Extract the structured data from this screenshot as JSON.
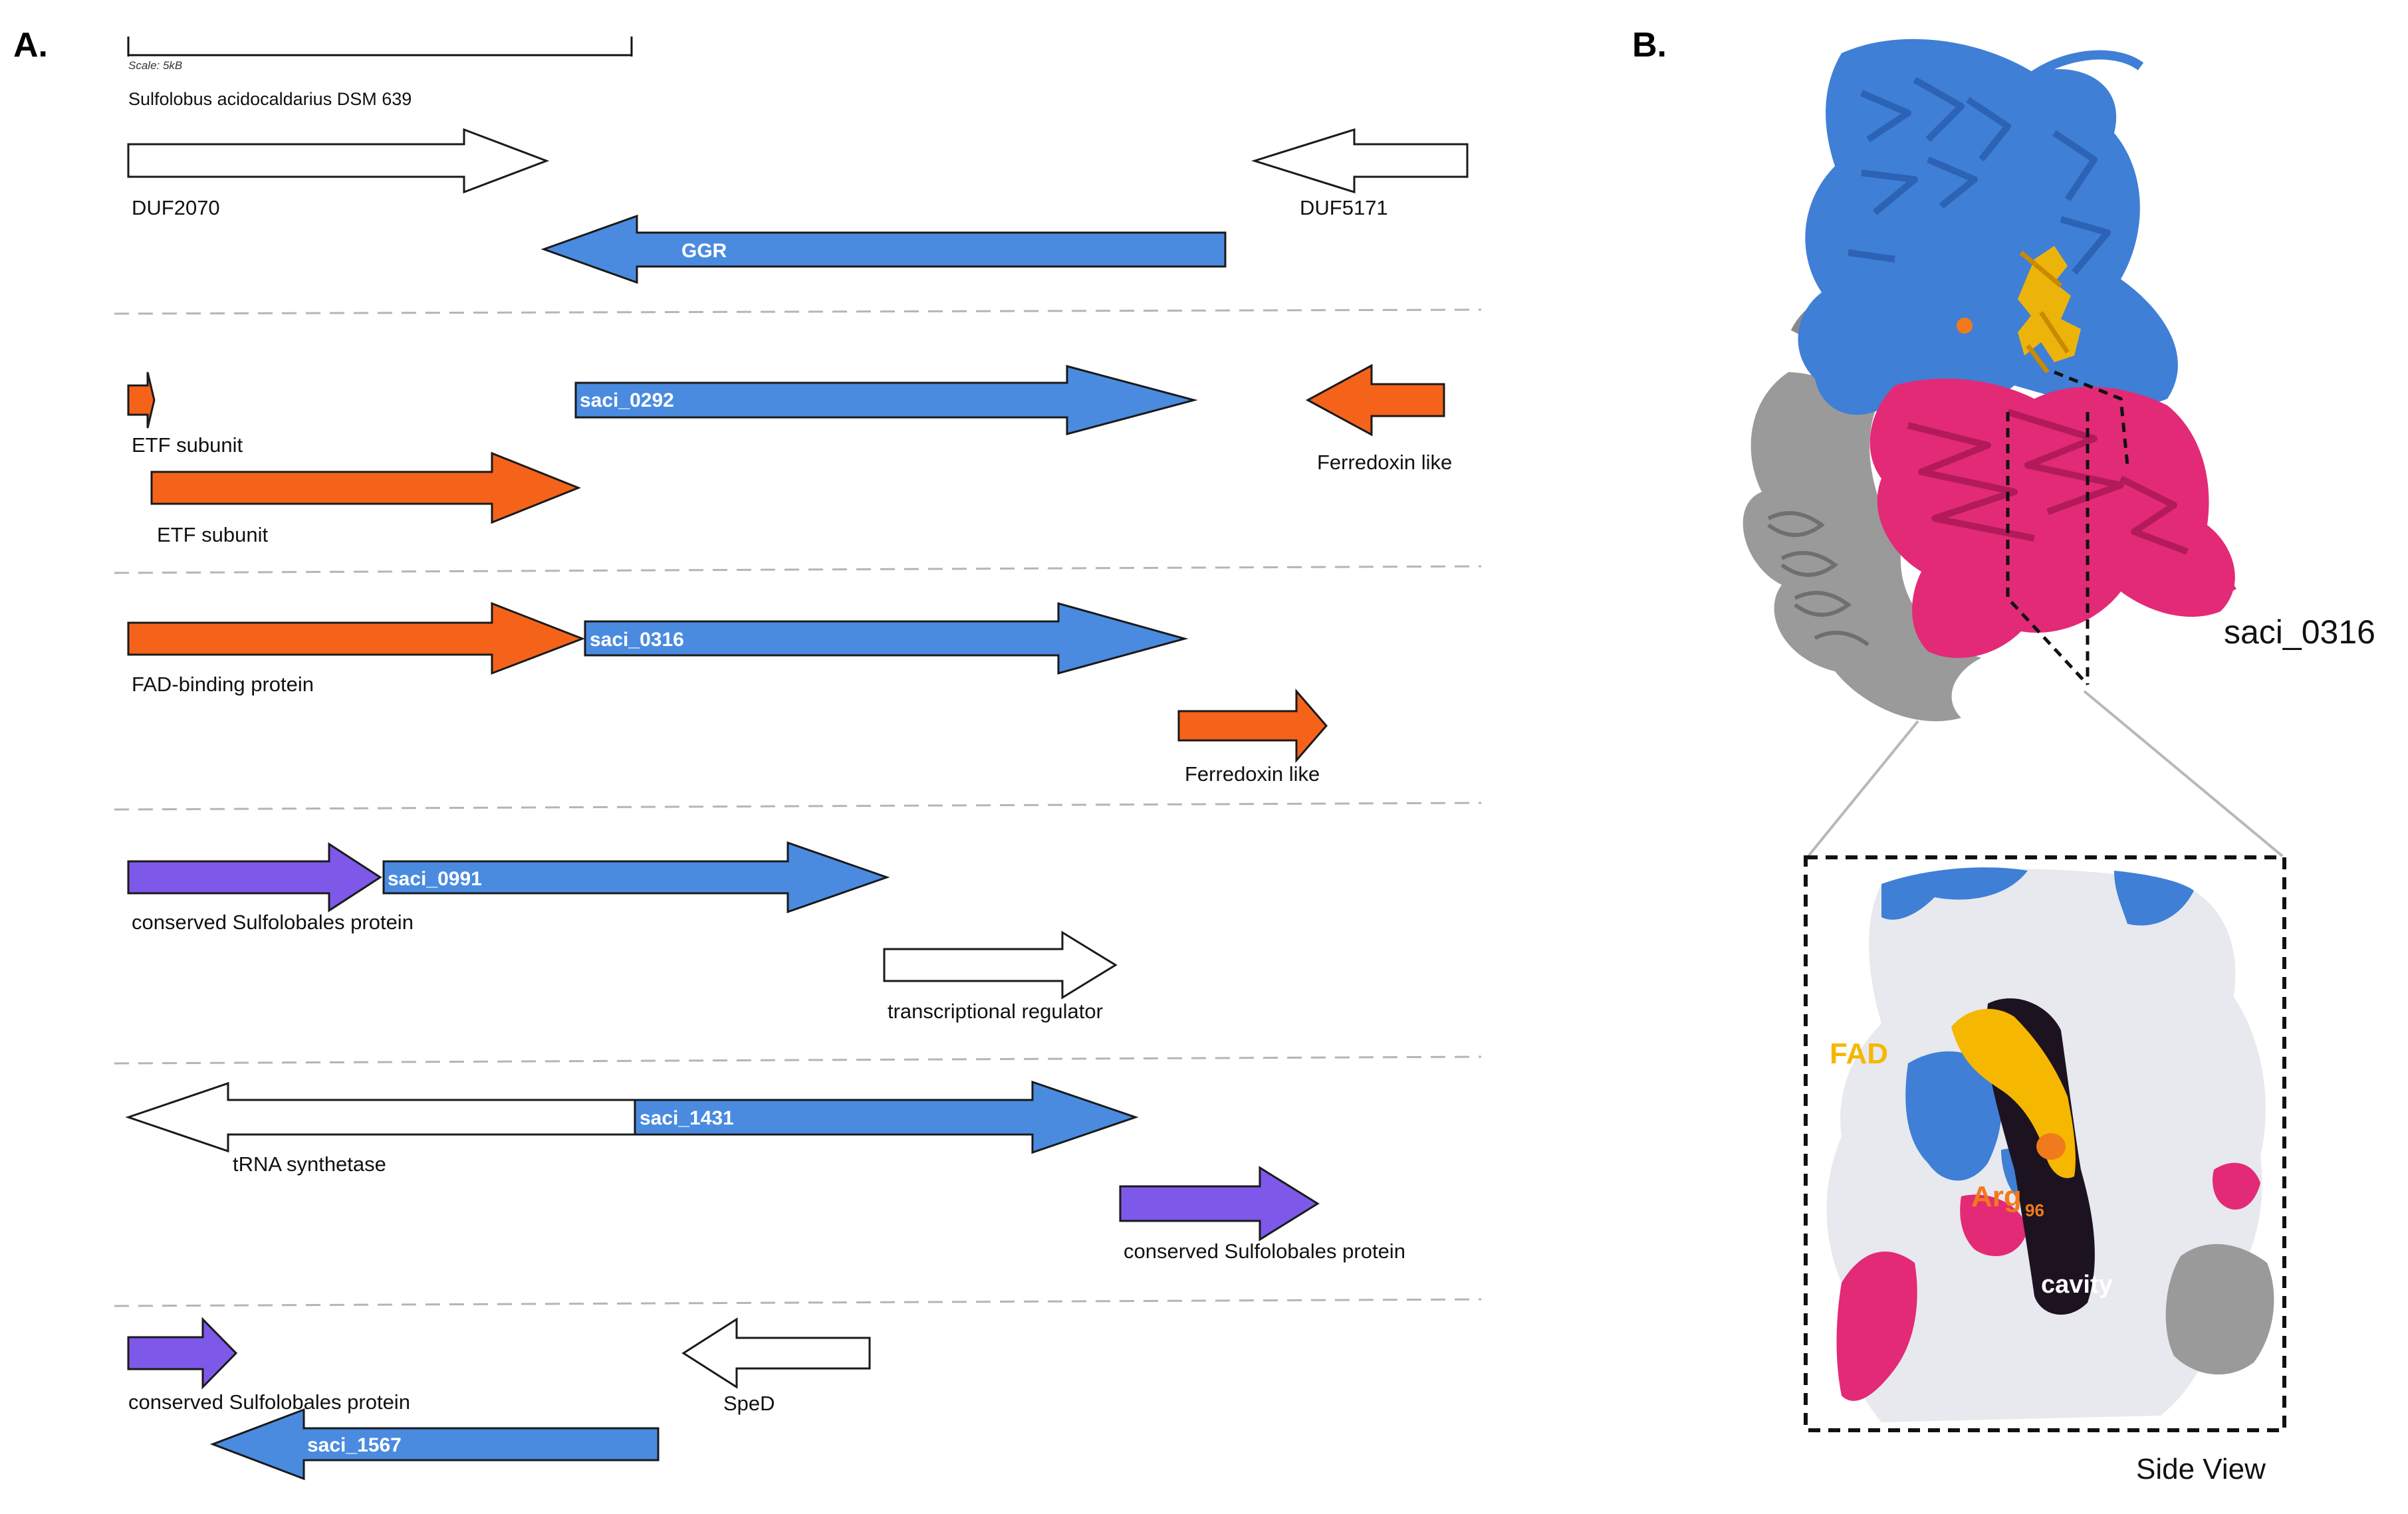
{
  "panel_a": {
    "letter": "A.",
    "scale_label": "Scale: 5kB",
    "organism": "Sulfolobus acidocaldarius DSM 639",
    "colors": {
      "ggr": "#4a8be0",
      "etf": "#f5631a",
      "sulfolobales": "#7e58e8",
      "other": "#ffffff",
      "stroke": "#1a1a1a",
      "separator": "#b5b5b5"
    },
    "genes": [
      {
        "id": "duf2070",
        "label": "DUF2070",
        "inside_label": "",
        "category": "other",
        "direction": "right"
      },
      {
        "id": "duf5171",
        "label": "DUF5171",
        "inside_label": "",
        "category": "other",
        "direction": "left"
      },
      {
        "id": "ggr",
        "label": "",
        "inside_label": "GGR",
        "category": "ggr",
        "direction": "left"
      },
      {
        "id": "etf-small",
        "label": "ETF subunit",
        "inside_label": "",
        "category": "etf",
        "direction": "right"
      },
      {
        "id": "saci0292",
        "label": "",
        "inside_label": "saci_0292",
        "category": "ggr",
        "direction": "right"
      },
      {
        "id": "ferredoxin-1",
        "label": "Ferredoxin like",
        "inside_label": "",
        "category": "etf",
        "direction": "left"
      },
      {
        "id": "etf-large",
        "label": "ETF subunit",
        "inside_label": "",
        "category": "etf",
        "direction": "right"
      },
      {
        "id": "fad-binding",
        "label": "FAD-binding protein",
        "inside_label": "",
        "category": "etf",
        "direction": "right"
      },
      {
        "id": "saci0316",
        "label": "",
        "inside_label": "saci_0316",
        "category": "ggr",
        "direction": "right"
      },
      {
        "id": "ferredoxin-2",
        "label": "Ferredoxin like",
        "inside_label": "",
        "category": "etf",
        "direction": "right"
      },
      {
        "id": "sulfo-1",
        "label": "conserved Sulfolobales protein",
        "inside_label": "",
        "category": "sulfolobales",
        "direction": "right"
      },
      {
        "id": "saci0991",
        "label": "",
        "inside_label": "saci_0991",
        "category": "ggr",
        "direction": "right"
      },
      {
        "id": "transcr-reg",
        "label": "transcriptional regulator",
        "inside_label": "",
        "category": "other",
        "direction": "right"
      },
      {
        "id": "trna-synth",
        "label": "tRNA synthetase",
        "inside_label": "",
        "category": "other",
        "direction": "left"
      },
      {
        "id": "saci1431",
        "label": "",
        "inside_label": "saci_1431",
        "category": "ggr",
        "direction": "right"
      },
      {
        "id": "sulfo-2",
        "label": "conserved Sulfolobales protein",
        "inside_label": "",
        "category": "sulfolobales",
        "direction": "right"
      },
      {
        "id": "sulfo-3",
        "label": "conserved Sulfolobales protein",
        "inside_label": "",
        "category": "sulfolobales",
        "direction": "right"
      },
      {
        "id": "sped",
        "label": "SpeD",
        "inside_label": "",
        "category": "other",
        "direction": "left"
      },
      {
        "id": "saci1567",
        "label": "",
        "inside_label": "saci_1567",
        "category": "ggr",
        "direction": "left"
      }
    ]
  },
  "panel_b": {
    "letter": "B.",
    "structure_label": "saci_0316",
    "inset": {
      "fad_label": "FAD",
      "arg_label": "Arg",
      "arg_subscript": "96",
      "cavity_label": "cavity",
      "view_label": "Side View"
    },
    "colors": {
      "blue_domain": "#3f7fd6",
      "pink_domain": "#e32a76",
      "gray_domain": "#9a9a9a",
      "fad": "#f5b700",
      "arg": "#f07a1c"
    }
  }
}
